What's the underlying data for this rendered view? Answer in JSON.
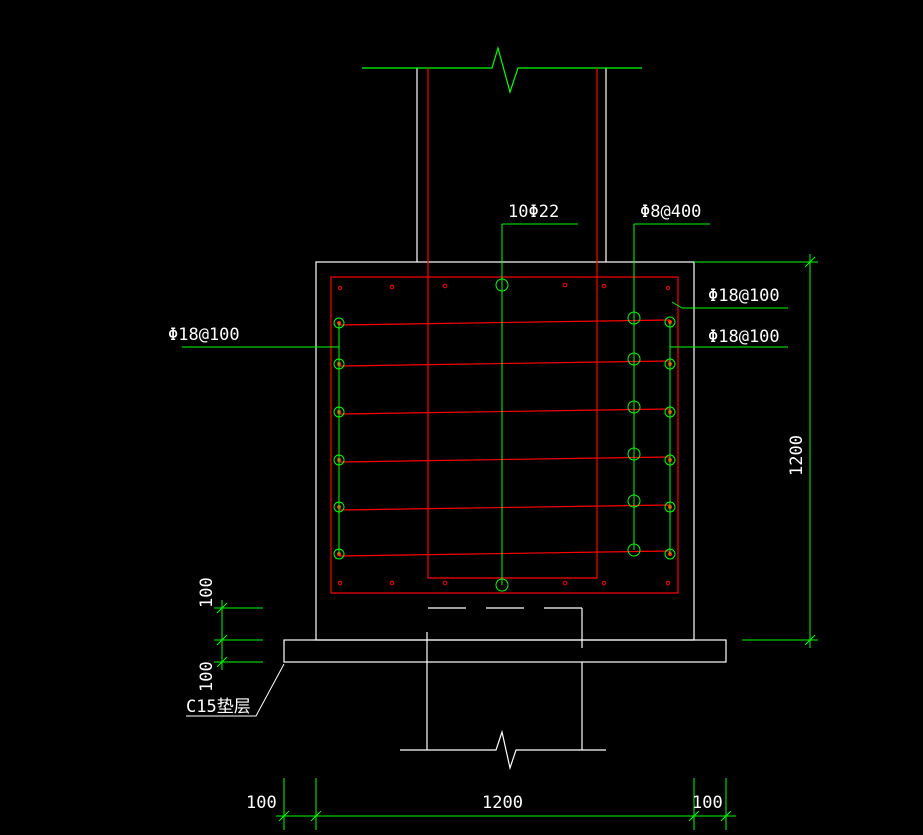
{
  "drawing": {
    "labels": {
      "top_bars": "10Φ22",
      "stirrup": "Φ8@400",
      "side_bar_left": "Φ18@100",
      "side_bar_right_top": "Φ18@100",
      "side_bar_right_bottom": "Φ18@100",
      "cushion_dim": "100",
      "cushion_thickness": "100",
      "cushion_note": "C15垫层",
      "height_dim": "1200",
      "width_dim": "1200",
      "left_ext_dim": "100",
      "right_ext_dim": "100"
    },
    "colors": {
      "background": "#000000",
      "outline": "#ffffff",
      "rebar": "#ff0000",
      "leader": "#00ff00",
      "bar_marker": "#ffff00"
    }
  }
}
